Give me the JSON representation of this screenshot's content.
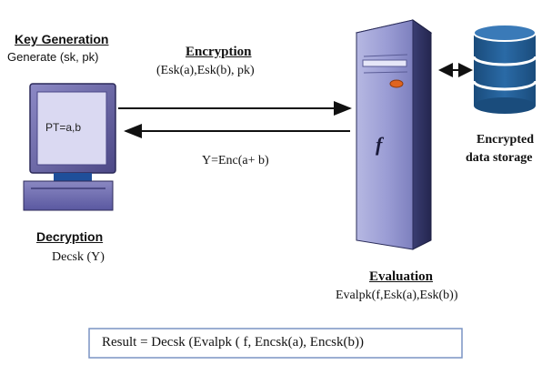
{
  "key_generation": {
    "title": "Key Generation",
    "text": "Generate (sk, pk)"
  },
  "encryption": {
    "title": "Encryption",
    "text": "(Esk(a),Esk(b), pk)"
  },
  "computer": {
    "screen_text": "PT=a,b"
  },
  "return_message": "Y=Enc(a+ b)",
  "decryption": {
    "title": "Decryption",
    "text": "Decsk (Y)"
  },
  "server": {
    "function_symbol": "f"
  },
  "storage": {
    "line1": "Encrypted",
    "line2": "data storage"
  },
  "evaluation": {
    "title": "Evaluation",
    "text": "Evalpk(f,Esk(a),Esk(b))"
  },
  "result": "Result = Decsk (Evalpk ( f, Encsk(a), Encsk(b))",
  "colors": {
    "monitor_frame": "#6e6aa8",
    "screen": "#dad9f2",
    "server_face": "#8c8ec8",
    "storage_blue": "#1f5a8e",
    "result_border": "#7a94c4"
  }
}
